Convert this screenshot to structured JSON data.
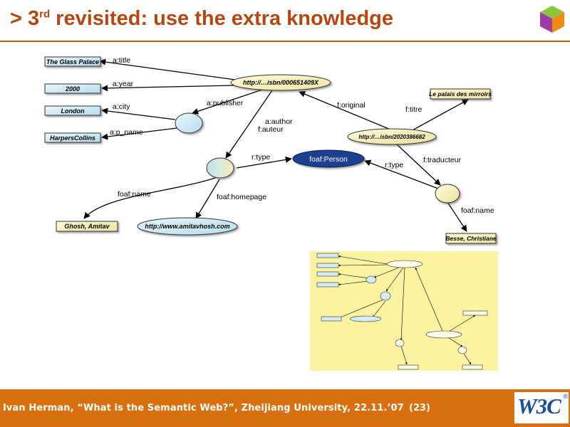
{
  "slide": {
    "title_prefix": "> 3",
    "title_sup": "rd",
    "title_rest": " revisited: use the extra knowledge"
  },
  "diagram": {
    "nodes": {
      "glass_palace": "The Glass Palace",
      "year_2000": "2000",
      "london": "London",
      "harpers": "HarpersCollins",
      "isbn1": "http://…isbn/000651409X",
      "isbn2": "http://…isbn/2020386682",
      "palais": "Le palais des mirroirs",
      "foaf_person": "foaf:Person",
      "ghosh": "Ghosh, Amitav",
      "homepage_url": "http://www.amitavhosh.com",
      "besse": "Besse, Christiane"
    },
    "edges": {
      "a_title": "a:title",
      "a_year": "a:year",
      "a_city": "a:city",
      "a_p_name": "a:p_name",
      "a_publisher": "a:publisher",
      "a_author": "a:author",
      "f_auteur": "f:auteur",
      "f_original": "f:original",
      "f_titre": "f:titre",
      "r_type_1": "r:type",
      "r_type_2": "r:type",
      "f_traducteur": "f:traducteur",
      "foaf_name_1": "foaf:name",
      "foaf_homepage": "foaf:homepage",
      "foaf_name_2": "foaf:name"
    }
  },
  "footer": {
    "text": "Ivan Herman, “What is the Semantic Web?”, Zheijiang University,  22.11.’07",
    "page": "(23)",
    "logo": "W3C",
    "logo_reg": "®"
  },
  "colors": {
    "title": "#b5460f",
    "footer_bg": "#d8700f",
    "literal_box": "#d6ecf5",
    "yellow_node": "#f6efb0",
    "person_node": "#1f3f8f",
    "thumbnail_bg": "#fbf3a2"
  }
}
